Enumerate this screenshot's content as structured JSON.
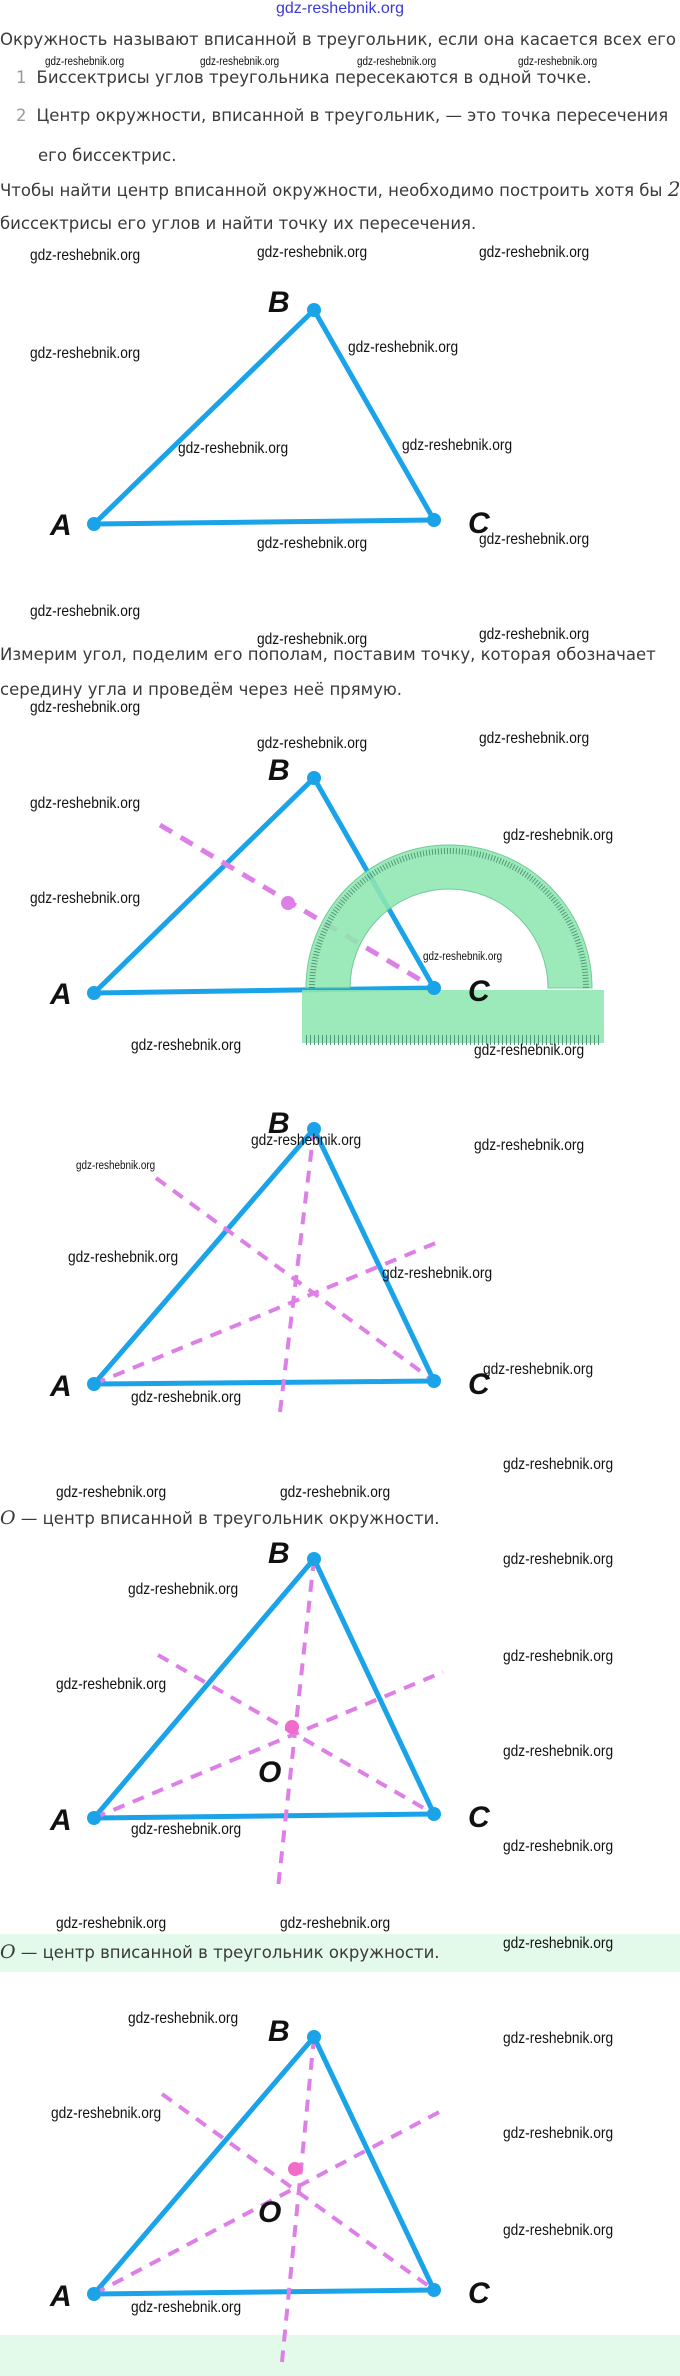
{
  "site_logo": "gdz-reshebnik.org",
  "watermark": "gdz-reshebnik.org",
  "intro": "Окружность называют вписанной в треугольник, если она касается всех его",
  "facts": [
    {
      "num": "1",
      "text": "Биссектрисы углов треугольника пересекаются в одной точке."
    },
    {
      "num": "2",
      "text": "Центр окружности, вписанной в треугольник, — это точка пересечения",
      "text2": "его биссектрис."
    }
  ],
  "para1": {
    "line1": "Чтобы найти центр вписанной окружности, необходимо построить хотя бы ",
    "count": "2",
    "line2": "биссектрисы его углов и найти точку их пересечения."
  },
  "para2": {
    "line1": "Измерим угол, поделим его пополам, поставим точку, которая обозначает",
    "line2": "середину угла и проведём через неё прямую."
  },
  "conclusion": {
    "symbol": "O",
    "text": " — центр вписанной в треугольник окружности."
  },
  "conclusion_highlighted": {
    "symbol": "O",
    "text": " — центр вписанной в треугольник окружности."
  },
  "labels": {
    "a": "A",
    "b": "B",
    "c": "C",
    "o": "O"
  },
  "colors": {
    "triangle": "#1aa3e8",
    "bisector": "#de7fe8",
    "highlight": "#e3f9ea",
    "protractor": "#8fe8b0"
  }
}
